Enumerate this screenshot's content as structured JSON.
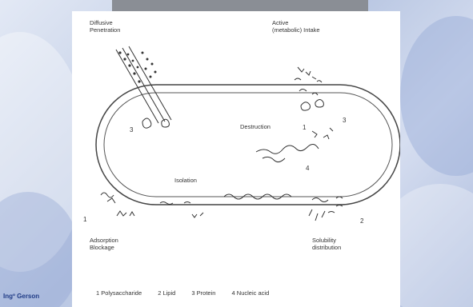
{
  "diagram": {
    "labels": {
      "diffusive": "Diffusive\nPenetration",
      "active": "Active\n(metabolic) Intake",
      "destruction": "Destruction",
      "isolation": "Isolation",
      "adsorption": "Adsorption\nBlockage",
      "solubility": "Solubility\ndistribution"
    },
    "numbers": {
      "n_left_3": "3",
      "n_destr_1": "1",
      "n_destr_3": "3",
      "n_destr_4": "4",
      "n_ads_1": "1",
      "n_sol_2": "2"
    },
    "legend": [
      "1 Polysaccharide",
      "2 Lipid",
      "3 Protein",
      "4 Nucleic acid"
    ]
  },
  "footer": {
    "credit": "Ingº Gerson"
  }
}
